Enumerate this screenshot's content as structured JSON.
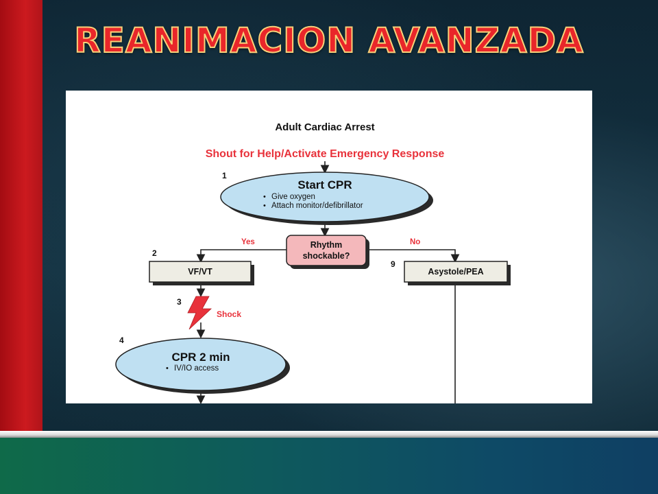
{
  "slide": {
    "title": "REANIMACION AVANZADA",
    "colors": {
      "title_fill": "#e9262a",
      "title_outline": "#f7d27a",
      "red_bar": "#cc1a1f",
      "bottom_band": "#0e5a5c",
      "background": "#0d2230"
    }
  },
  "diagram": {
    "title": "Adult Cardiac Arrest",
    "banner": "Shout for Help/Activate Emergency Response",
    "steps": {
      "start_cpr": {
        "number": "1",
        "title": "Start CPR",
        "bullets": [
          "Give oxygen",
          "Attach monitor/defibrillator"
        ]
      },
      "decision": {
        "line1": "Rhythm",
        "line2": "shockable?",
        "yes_label": "Yes",
        "no_label": "No"
      },
      "vf_vt": {
        "number": "2",
        "label": "VF/VT"
      },
      "asystole_pea": {
        "number": "9",
        "label": "Asystole/PEA"
      },
      "shock": {
        "number": "3",
        "label": "Shock",
        "icon": "lightning-bolt-icon"
      },
      "cpr_2min": {
        "number": "4",
        "title": "CPR 2 min",
        "bullets": [
          "IV/IO access"
        ]
      }
    },
    "colors": {
      "ellipse_fill": "#bfe0f2",
      "decision_fill": "#f4b8bb",
      "box_fill": "#eeede4",
      "accent_red": "#e8323b",
      "shadow": "#2a2a2a",
      "line": "#222222"
    }
  }
}
